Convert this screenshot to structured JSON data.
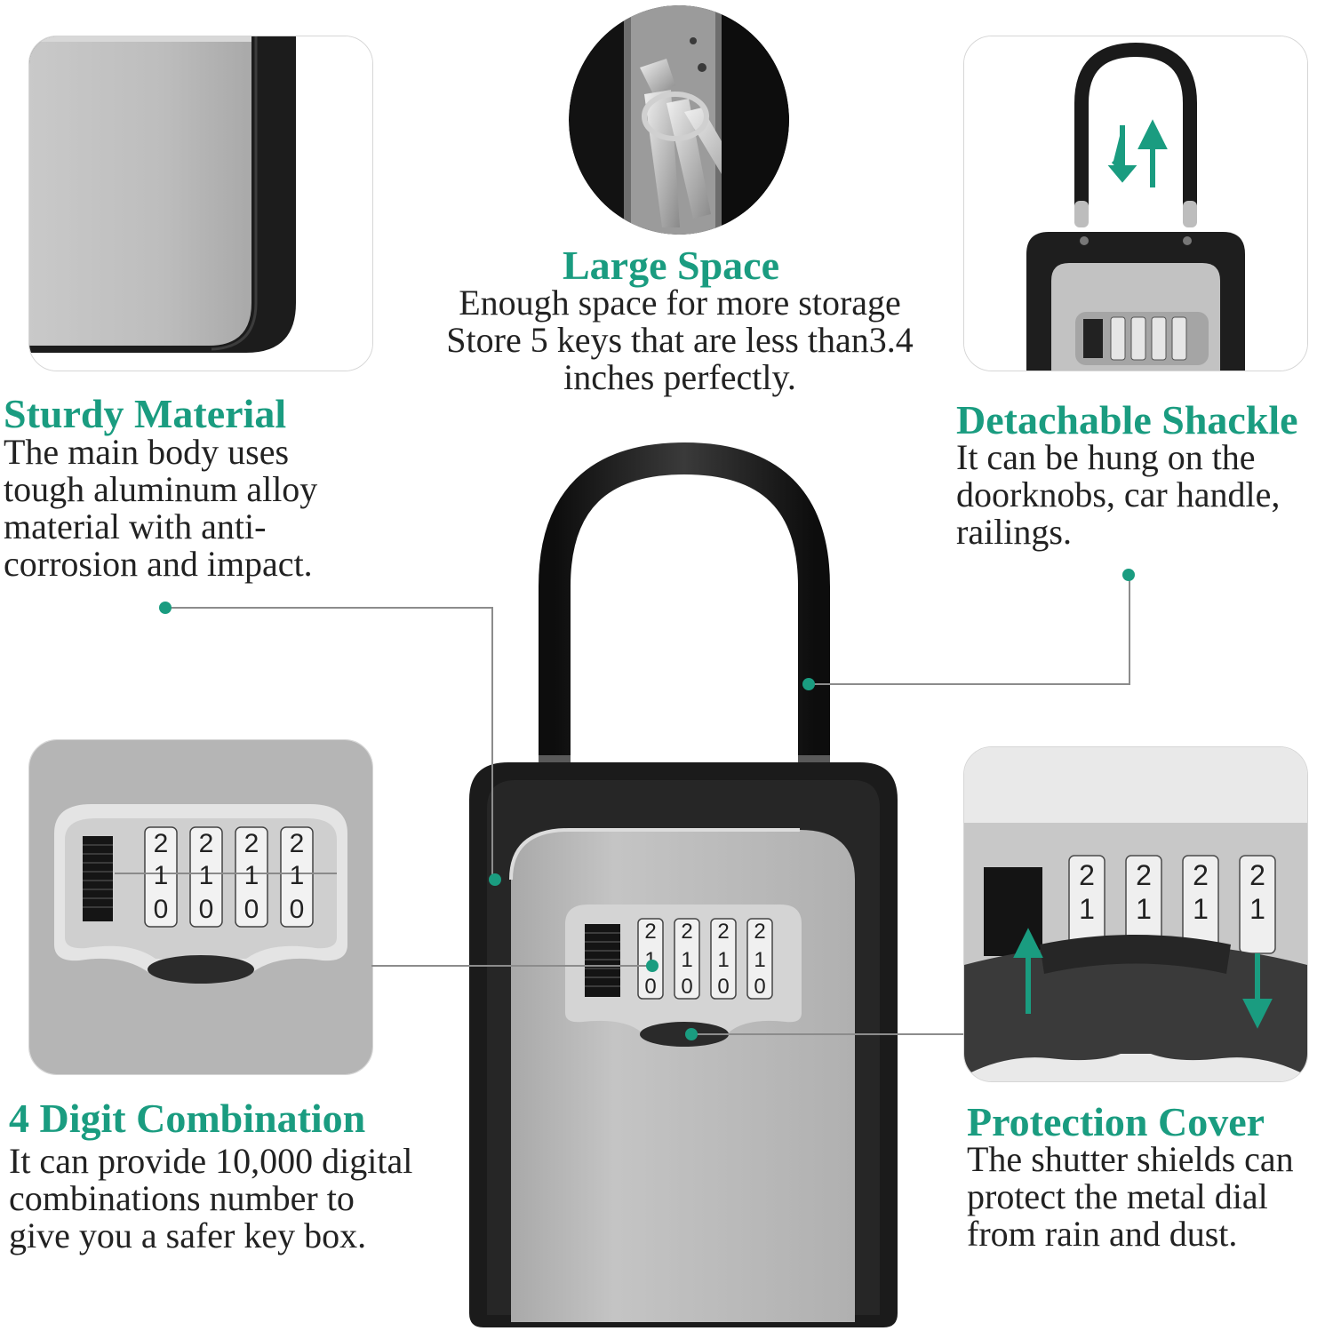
{
  "features": {
    "sturdy": {
      "title": "Sturdy Material",
      "lines": [
        "The main body uses",
        "tough aluminum alloy",
        "material with anti-",
        "corrosion and impact."
      ]
    },
    "space": {
      "title": "Large Space",
      "lines": [
        "Enough space for more storage",
        "Store 5 keys that are less than3.4",
        "inches perfectly."
      ]
    },
    "shackle": {
      "title": "Detachable Shackle",
      "lines": [
        "It can be hung on the",
        "doorknobs, car handle,",
        "railings."
      ]
    },
    "combo": {
      "title": "4 Digit Combination",
      "lines": [
        "It can provide 10,000 digital",
        "combinations number to",
        "give you a safer key box."
      ]
    },
    "cover": {
      "title": "Protection Cover",
      "lines": [
        "The shutter shields can",
        "protect the metal dial",
        "from rain and dust."
      ]
    }
  },
  "dial_digits": [
    "2",
    "1",
    "0"
  ],
  "colors": {
    "accent": "#1a9c80",
    "body_black": "#1b1b1b",
    "panel_silver": "#b9b9b9",
    "callout_line": "#8c8c8c"
  }
}
